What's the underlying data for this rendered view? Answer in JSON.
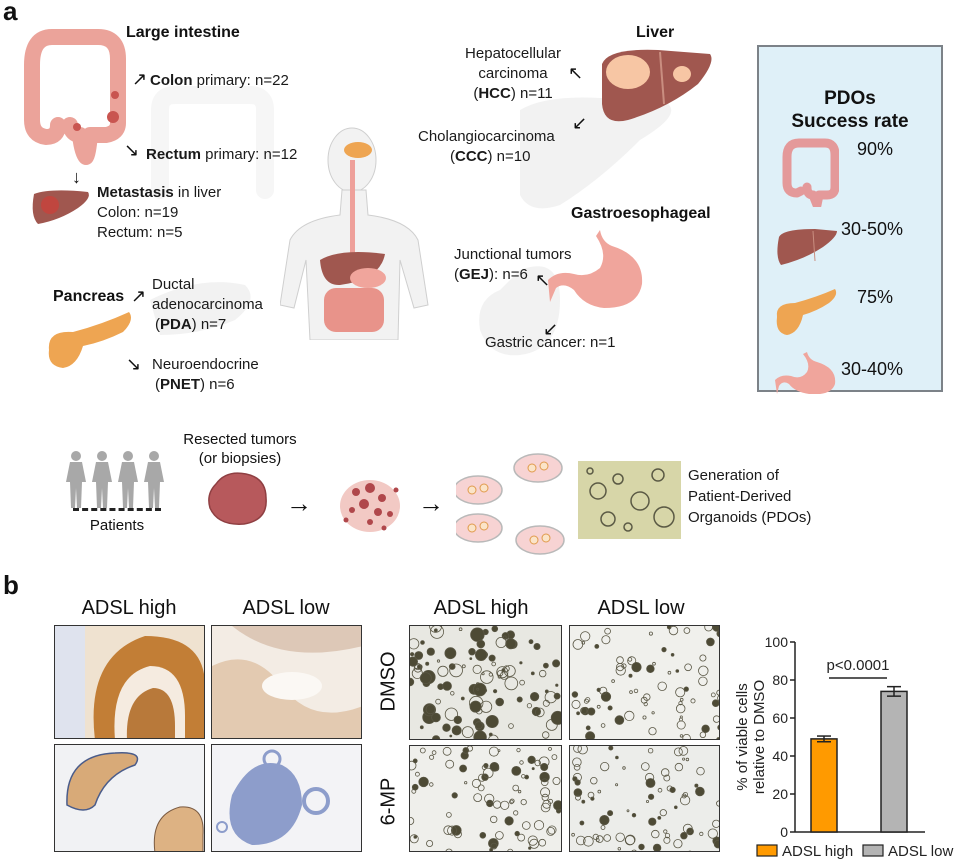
{
  "panel_a": {
    "letter": "a",
    "large_intestine": {
      "title": "Large intestine",
      "colon_bold": "Colon",
      "colon_rest": " primary: n=22",
      "rectum_bold": "Rectum",
      "rectum_rest": " primary: n=12",
      "metastasis_bold": "Metastasis",
      "metastasis_rest": " in liver",
      "met_colon": "Colon: n=19",
      "met_rectum": "Rectum: n=5"
    },
    "pancreas": {
      "title": "Pancreas",
      "pda_line1": "Ductal",
      "pda_line2": "adenocarcinoma",
      "pda_open": "(",
      "pda_bold": "PDA",
      "pda_rest": ") n=7",
      "pnet_line1": "Neuroendocrine",
      "pnet_open": "(",
      "pnet_bold": "PNET",
      "pnet_rest": ") n=6"
    },
    "liver": {
      "title": "Liver",
      "hcc_line1": "Hepatocellular",
      "hcc_line2": "carcinoma",
      "hcc_open": "(",
      "hcc_bold": "HCC",
      "hcc_rest": ") n=11",
      "ccc_line1": "Cholangiocarcinoma",
      "ccc_open": "(",
      "ccc_bold": "CCC",
      "ccc_rest": ") n=10"
    },
    "gastro": {
      "title": "Gastroesophageal",
      "gej_line1": "Junctional tumors",
      "gej_open": "(",
      "gej_bold": "GEJ",
      "gej_rest": "): n=6",
      "gastric": "Gastric cancer: n=1"
    },
    "pdo_box": {
      "title_line1": "PDOs",
      "title_line2": "Success rate",
      "rates": [
        {
          "organ": "large-intestine",
          "rate": "90%"
        },
        {
          "organ": "liver",
          "rate": "30-50%"
        },
        {
          "organ": "pancreas",
          "rate": "75%"
        },
        {
          "organ": "stomach",
          "rate": "30-40%"
        }
      ]
    },
    "workflow": {
      "patients_label": "Patients",
      "resected_line1": "Resected tumors",
      "resected_line2": "(or biopsies)",
      "generation_line1": "Generation of",
      "generation_line2": "Patient-Derived",
      "generation_line3": "Organoids (PDOs)"
    }
  },
  "panel_b": {
    "letter": "b",
    "ihc": {
      "col_headers": [
        "ADSL high",
        "ADSL low"
      ]
    },
    "organoids": {
      "col_headers": [
        "ADSL high",
        "ADSL low"
      ],
      "row_headers": [
        "DMSO",
        "6-MP"
      ]
    }
  },
  "colors": {
    "colon": "#eba39a",
    "liver": "#a0574f",
    "pancreas": "#eea552",
    "stomach": "#f0a59c",
    "pdo_box_bg": "#dff0f8",
    "bar_high": "#ff9a00",
    "bar_low": "#b4b4b4"
  },
  "chart_data": {
    "type": "bar",
    "title": "",
    "xlabel": "",
    "ylabel": "% of viable cells relative to DMSO",
    "ylabel_line1": "% of viable cells",
    "ylabel_line2": "relative to DMSO",
    "ylim": [
      0,
      100
    ],
    "yticks": [
      0,
      20,
      40,
      60,
      80,
      100
    ],
    "categories": [
      "ADSL high",
      "ADSL low"
    ],
    "values": [
      49,
      74
    ],
    "errors": [
      1.5,
      2.5
    ],
    "colors": [
      "#ff9a00",
      "#b4b4b4"
    ],
    "annotation": "p<0.0001",
    "legend": [
      "ADSL high",
      "ADSL low"
    ],
    "legend_position": "bottom",
    "grid": false
  }
}
